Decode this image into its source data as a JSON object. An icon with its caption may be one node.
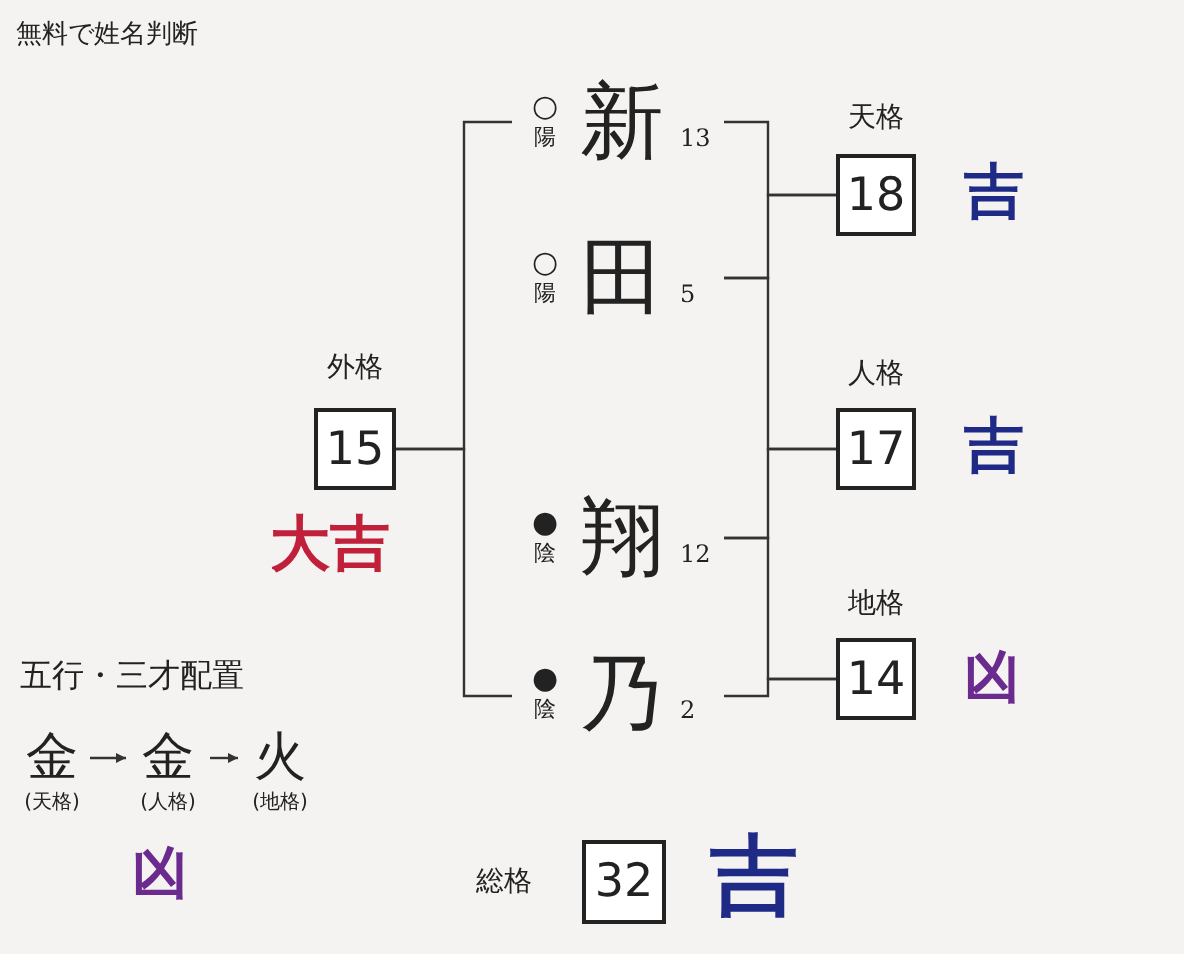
{
  "diagram": {
    "nodes": [
      {
        "text": [
          "新"
        ],
        "beside": [
          "○",
          "陽",
          "13"
        ]
      },
      {
        "text": [
          "田"
        ],
        "beside": [
          "○",
          "陽",
          "5"
        ]
      },
      {
        "text": [
          "翔"
        ],
        "beside": [
          "●",
          "陰",
          "12"
        ]
      },
      {
        "text": [
          "乃"
        ],
        "beside": [
          "●",
          "陰",
          "2"
        ]
      },
      {
        "text": [
          "天格",
          "18"
        ],
        "beside": [
          "吉"
        ]
      },
      {
        "text": [
          "人格",
          "17"
        ],
        "beside": [
          "吉"
        ]
      },
      {
        "text": [
          "地格",
          "14"
        ],
        "beside": [
          "凶"
        ]
      },
      {
        "text": [
          "外格",
          "15"
        ],
        "beside": [
          "大吉"
        ]
      },
      {
        "text": [
          "総格",
          "32"
        ],
        "beside": [
          "吉"
        ]
      },
      {
        "text": [
          "金",
          "(天格)"
        ]
      },
      {
        "text": [
          "金",
          "(人格)"
        ]
      },
      {
        "text": [
          "火",
          "(地格)"
        ]
      }
    ],
    "edges": [
      {
        "from": 0,
        "to": 4,
        "arrow": "none"
      },
      {
        "from": 1,
        "to": 4,
        "arrow": "none"
      },
      {
        "from": 1,
        "to": 5,
        "arrow": "none"
      },
      {
        "from": 2,
        "to": 5,
        "arrow": "none"
      },
      {
        "from": 2,
        "to": 6,
        "arrow": "none"
      },
      {
        "from": 3,
        "to": 6,
        "arrow": "none"
      },
      {
        "from": 0,
        "to": 7,
        "arrow": "none"
      },
      {
        "from": 3,
        "to": 7,
        "arrow": "none"
      },
      {
        "from": 9,
        "to": 10,
        "arrow": "to"
      },
      {
        "from": 10,
        "to": 11,
        "arrow": "to"
      }
    ],
    "labels": [
      "無料で姓名判断",
      "五行・三才配置",
      "凶"
    ]
  }
}
